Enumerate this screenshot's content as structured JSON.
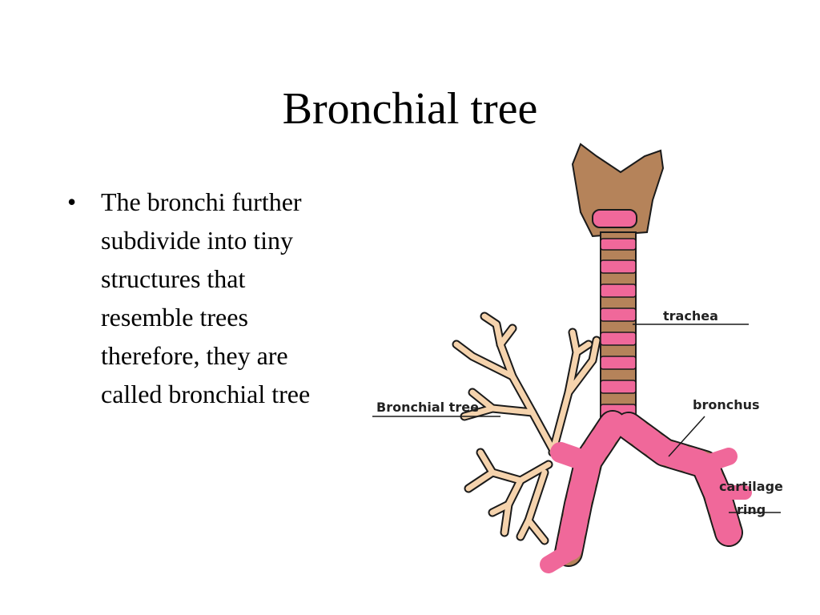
{
  "slide": {
    "title": "Bronchial tree",
    "bullets": [
      {
        "glyph": "•",
        "text": "The bronchi further\nsubdivide into tiny\nstructures that\nresemble trees\ntherefore, they are\ncalled bronchial tree"
      }
    ]
  },
  "diagram": {
    "labels": {
      "trachea": "trachea",
      "bronchial_tree": "Bronchial tree",
      "bronchus": "bronchus",
      "cartilage": "cartilage",
      "ring": "ring"
    },
    "colors": {
      "cartilage_brown": "#b5835a",
      "ring_pink": "#f0689a",
      "branch_tan": "#f5d3ad",
      "outline": "#1a1a1a"
    }
  }
}
